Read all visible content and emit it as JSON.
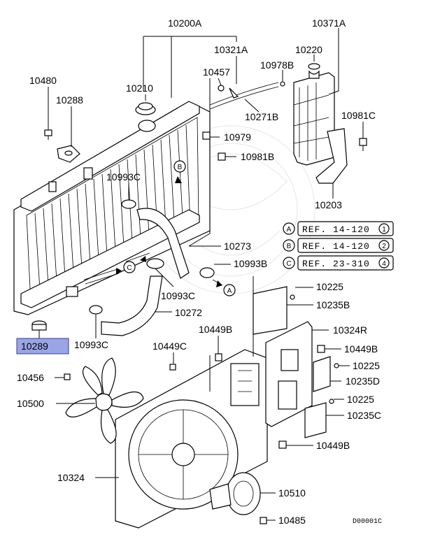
{
  "labels": {
    "p10200A": "10200A",
    "p10371A": "10371A",
    "p10321A": "10321A",
    "p10220": "10220",
    "p10480": "10480",
    "p10210": "10210",
    "p10457": "10457",
    "p10978B": "10978B",
    "p10288": "10288",
    "p10271B": "10271B",
    "p10981C": "10981C",
    "p10979": "10979",
    "p10981B": "10981B",
    "p10993C_top": "10993C",
    "p10203": "10203",
    "p10273": "10273",
    "p10993B": "10993B",
    "p10993C_mid": "10993C",
    "p10272": "10272",
    "p10225_a": "10225",
    "p10235B": "10235B",
    "p10289": "10289",
    "p10993C_low": "10993C",
    "p10449B_top": "10449B",
    "p10324R": "10324R",
    "p10449C": "10449C",
    "p10449B_right": "10449B",
    "p10225_b": "10225",
    "p10235D": "10235D",
    "p10456": "10456",
    "p10225_c": "10225",
    "p10500": "10500",
    "p10235C": "10235C",
    "p10449B_low": "10449B",
    "p10324": "10324",
    "p10510": "10510",
    "p10485": "10485",
    "code": "D00001C"
  },
  "refs": [
    {
      "letter": "A",
      "text": "REF. 14-120",
      "num": "1"
    },
    {
      "letter": "B",
      "text": "REF. 14-120",
      "num": "2"
    },
    {
      "letter": "C",
      "text": "REF. 23-310",
      "num": "4"
    }
  ],
  "markers": {
    "A": "A",
    "B": "B",
    "C": "C"
  },
  "highlight_color": "#9aa5e6"
}
